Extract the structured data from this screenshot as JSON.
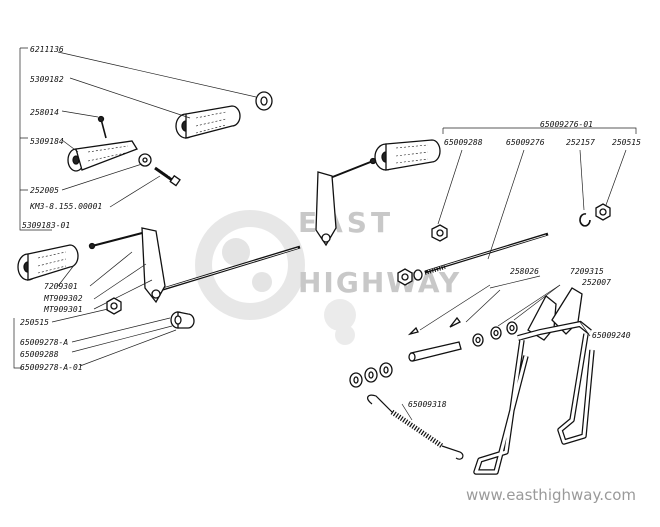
{
  "watermark": {
    "line1": "EAST",
    "line2": "HIGHWAY",
    "url": "www.easthighway.com"
  },
  "labels": {
    "l_6211136": "6211136",
    "l_5309182": "5309182",
    "l_258014": "258014",
    "l_5309184": "5309184",
    "l_252005": "252005",
    "l_km3": "КМ3-8.155.00001",
    "l_5309183_01": "5309183-01",
    "l_65009276_01": "65009276-01",
    "l_65009288_top": "65009288",
    "l_65009276": "65009276",
    "l_252157": "252157",
    "l_250515_top": "250515",
    "l_7209301": "7209301",
    "l_mt909302": "MT909302",
    "l_mt909301": "MT909301",
    "l_250515": "250515",
    "l_65009278_a": "65009278-A",
    "l_65009288": "65009288",
    "l_65009278_a01": "65009278-A-01",
    "l_258026": "258026",
    "l_7209315": "7209315",
    "l_252007": "252007",
    "l_65009240": "65009240",
    "l_65009318": "65009318"
  }
}
